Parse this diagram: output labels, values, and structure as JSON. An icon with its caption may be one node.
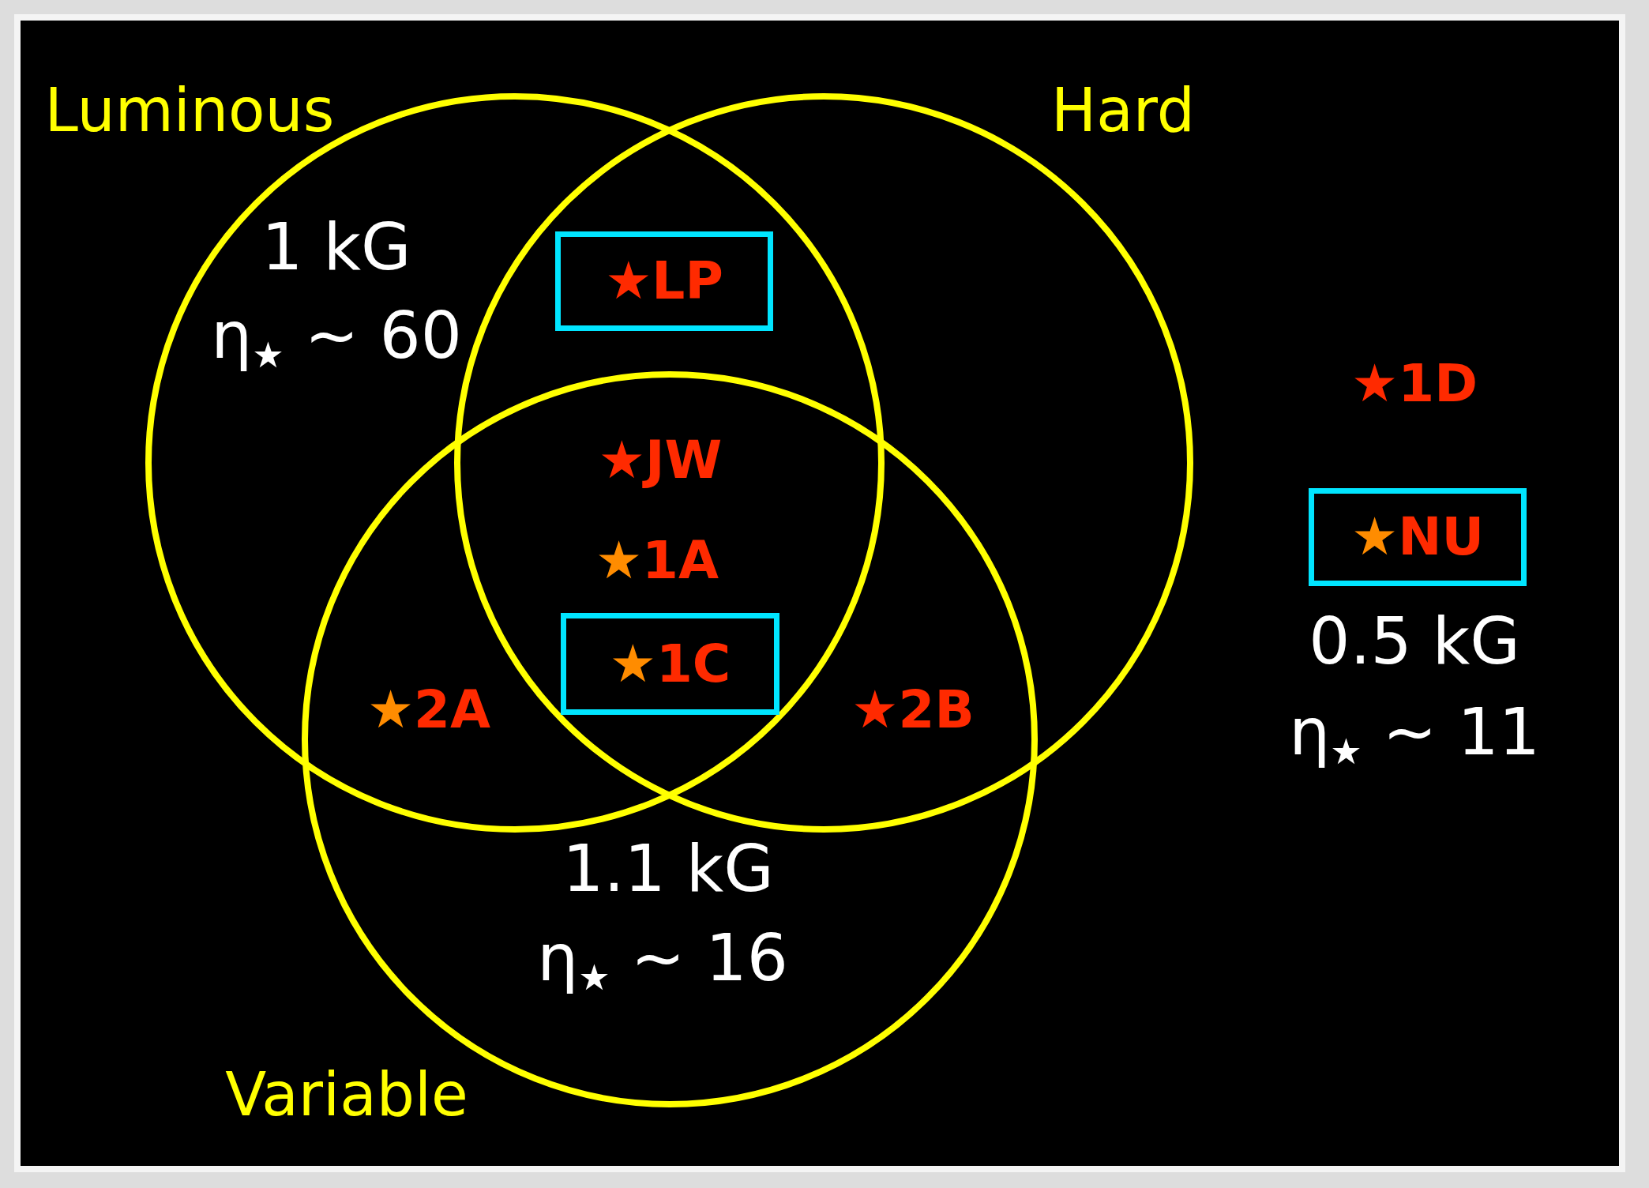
{
  "diagram": {
    "nodes": [
      {
        "text": [
          "Luminous",
          "1 kG",
          "η$_{★}$ ~ 60"
        ]
      },
      {
        "text": [
          "Hard"
        ]
      },
      {
        "text": [
          "★LP"
        ]
      },
      {
        "text": [
          "Variable",
          "1.1 kG",
          "η$_{★}$ ~ 16"
        ]
      },
      {
        "text": [
          "★1C"
        ]
      },
      {
        "text": [
          "★NU"
        ],
        "beside": [
          "0.5 kG",
          "η$_{★}$ ~ 11"
        ]
      }
    ],
    "labels": [
      "★1D",
      "★JW",
      "★1A",
      "★2A",
      "★2B"
    ]
  }
}
